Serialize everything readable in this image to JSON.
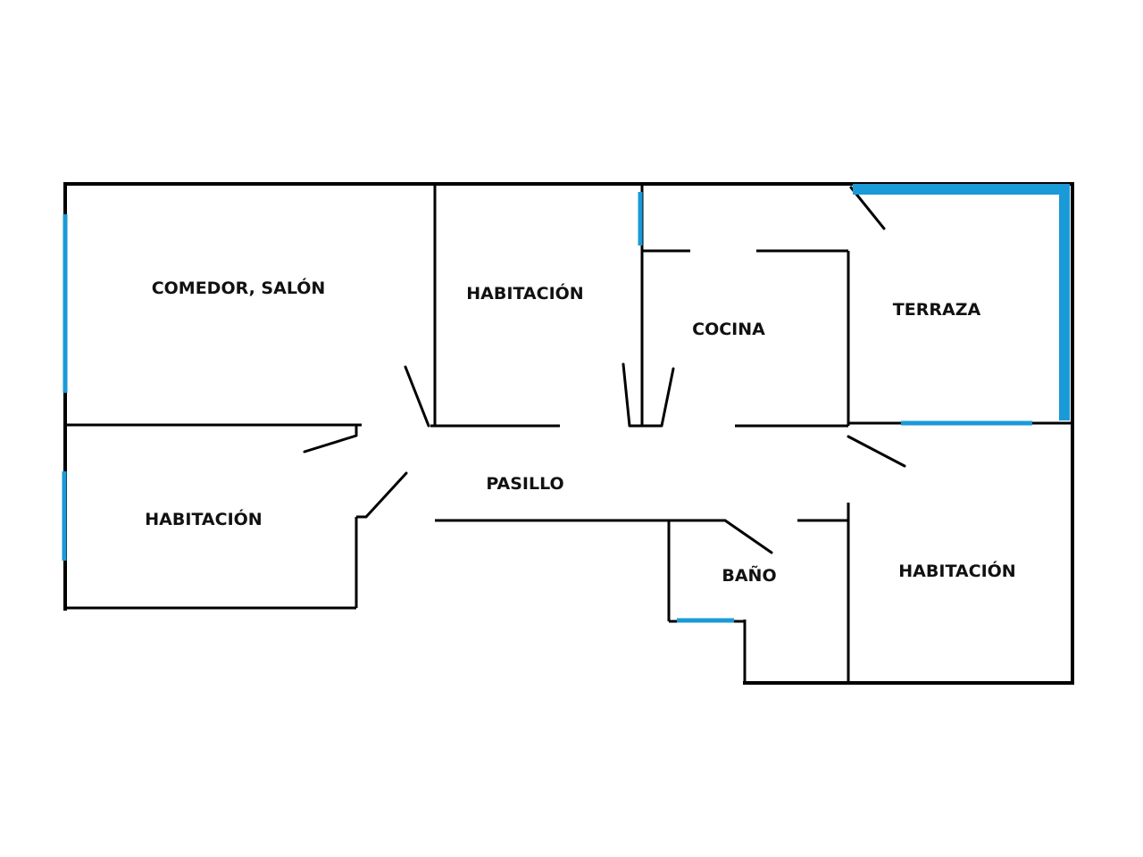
{
  "rooms": {
    "comedor_salon": "COMEDOR, SALÓN",
    "habitacion_center": "HABITACIÓN",
    "cocina": "COCINA",
    "terraza": "TERRAZA",
    "habitacion_left": "HABITACIÓN",
    "pasillo": "PASILLO",
    "bano": "BAÑO",
    "habitacion_right": "HABITACIÓN"
  },
  "colors": {
    "wall": "#000000",
    "window": "#1a9ad6",
    "background": "#ffffff"
  }
}
